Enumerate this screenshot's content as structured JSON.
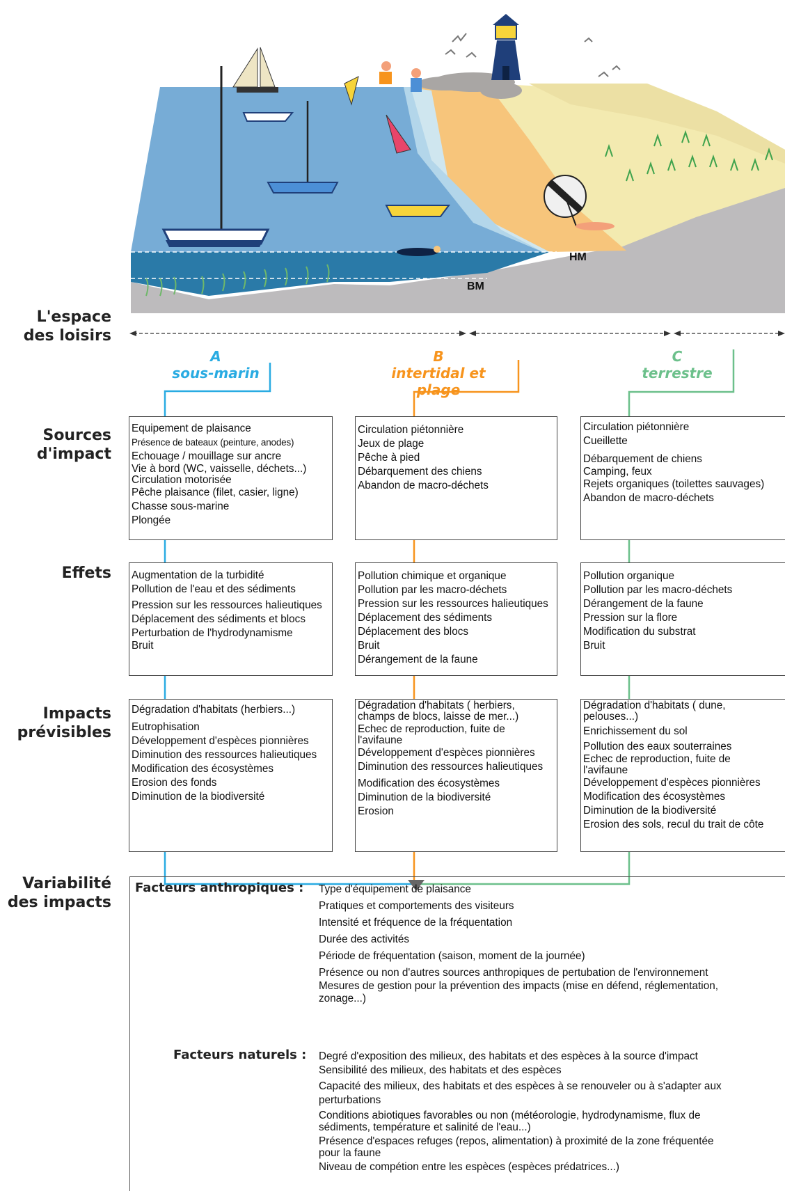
{
  "scene": {
    "label_hm": "HM",
    "label_bm": "BM"
  },
  "rows": {
    "espace": [
      "L'espace",
      "des loisirs"
    ],
    "sources": [
      "Sources",
      "d'impact"
    ],
    "effets": "Effets",
    "impacts": [
      "Impacts",
      "prévisibles"
    ],
    "variabilite": [
      "Variabilité",
      "des impacts"
    ]
  },
  "columns": [
    {
      "letter": "A",
      "name": "sous-marin",
      "color": "#29abe2"
    },
    {
      "letter": "B",
      "name": "intertidal et plage",
      "color": "#f7941d"
    },
    {
      "letter": "C",
      "name": "terrestre",
      "color": "#6cc08b"
    }
  ],
  "sources": {
    "a": [
      "Equipement de plaisance",
      "Présence de bateaux (peinture, anodes)",
      "Echouage / mouillage sur ancre",
      "Vie à bord (WC, vaisselle, déchets...)",
      "Circulation motorisée",
      "Pêche plaisance (filet, casier, ligne)",
      "Chasse sous-marine",
      "Plongée"
    ],
    "b": [
      "Circulation piétonnière",
      "Jeux de plage",
      "Pêche à pied",
      "Débarquement des chiens",
      "Abandon de macro-déchets"
    ],
    "c": [
      "Circulation piétonnière",
      "Cueillette",
      "Débarquement de chiens",
      "Camping, feux",
      "Rejets organiques (toilettes sauvages)",
      "Abandon de macro-déchets"
    ]
  },
  "effets": {
    "a": [
      "Augmentation de la turbidité",
      "Pollution de l'eau et des sédiments",
      "Pression sur les ressources halieutiques",
      "Déplacement des sédiments et blocs",
      "Perturbation de l'hydrodynamisme",
      "Bruit"
    ],
    "b": [
      "Pollution chimique et organique",
      "Pollution par les macro-déchets",
      "Pression sur les ressources halieutiques",
      "Déplacement des sédiments",
      "Déplacement des blocs",
      "Bruit",
      "Dérangement de la faune"
    ],
    "c": [
      "Pollution organique",
      "Pollution par les macro-déchets",
      "Dérangement de la faune",
      "Pression sur la flore",
      "Modification du substrat",
      "Bruit"
    ]
  },
  "impacts": {
    "a": [
      "Dégradation d'habitats (herbiers...)",
      "Eutrophisation",
      "Développement d'espèces pionnières",
      "Diminution des ressources halieutiques",
      "Modification des écosystèmes",
      "Erosion des fonds",
      "Diminution de la biodiversité"
    ],
    "b": [
      "Dégradation d'habitats ( herbiers,",
      "champs de blocs, laisse de mer...)",
      "Echec de reproduction, fuite de",
      "l'avifaune",
      "Développement d'espèces pionnières",
      "Diminution des ressources halieutiques",
      "Modification des écosystèmes",
      "Diminution de la biodiversité",
      "Erosion"
    ],
    "c": [
      "Dégradation d'habitats ( dune,",
      "pelouses...)",
      "Enrichissement du sol",
      "Pollution des eaux souterraines",
      "Echec de reproduction, fuite de",
      "l'avifaune",
      "Développement d'espèces pionnières",
      "Modification des écosystèmes",
      "Diminution de la biodiversité",
      "Erosion des sols, recul du trait de côte"
    ]
  },
  "variabilite": {
    "anthropiques_label": "Facteurs anthropiques :",
    "anthropiques": [
      "Type d'équipement de plaisance",
      "Pratiques et comportements des visiteurs",
      "Intensité et fréquence de la fréquentation",
      "Durée des activités",
      "Période de fréquentation (saison, moment de la journée)",
      "Présence ou non  d'autres sources anthropiques de pertubation de l'environnement",
      "Mesures de gestion pour la prévention des impacts (mise en défend, réglementation,",
      "zonage...)"
    ],
    "naturels_label": "Facteurs naturels :",
    "naturels": [
      "Degré d'exposition des milieux, des habitats et des espèces à la source d'impact",
      "Sensibilité des milieux, des habitats et des espèces",
      "Capacité des milieux, des habitats et des espèces à se renouveler ou à s'adapter aux",
      "perturbations",
      "Conditions abiotiques favorables ou non (météorologie, hydrodynamisme, flux de",
      "sédiments, température et salinité de l'eau...)",
      "Présence d'espaces refuges (repos, alimentation) à proximité de la zone fréquentée",
      "pour la faune",
      "Niveau de compétion entre les espèces (espèces prédatrices...)"
    ]
  }
}
